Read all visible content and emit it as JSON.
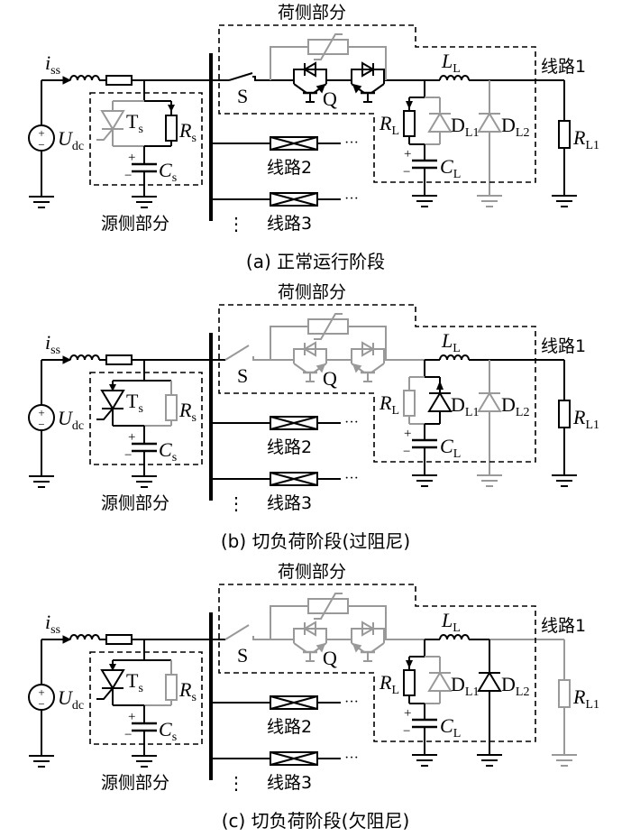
{
  "figure": {
    "panels": [
      {
        "id": "a",
        "caption": "(a)  正常运行阶段",
        "state": {
          "source_thyristor_Ts": "off",
          "source_resistor_Rs": "on",
          "switch_S": "closed",
          "igbt_Q": "on",
          "varistor": "off",
          "load_resistor_RL": "on",
          "diode_DL1": "off",
          "diode_DL2": "off",
          "line1_RL1": "on"
        }
      },
      {
        "id": "b",
        "caption": "(b)  切负荷阶段(过阻尼)",
        "state": {
          "source_thyristor_Ts": "on",
          "source_resistor_Rs": "off",
          "switch_S": "open",
          "igbt_Q": "off",
          "varistor": "off",
          "load_resistor_RL": "off",
          "diode_DL1": "on",
          "diode_DL2": "off",
          "line1_RL1": "on"
        }
      },
      {
        "id": "c",
        "caption": "(c)  切负荷阶段(欠阻尼)",
        "state": {
          "source_thyristor_Ts": "on",
          "source_resistor_Rs": "off",
          "switch_S": "open",
          "igbt_Q": "off",
          "varistor": "off",
          "load_resistor_RL": "on",
          "diode_DL1": "off",
          "diode_DL2": "on",
          "line1_RL1": "off"
        }
      }
    ],
    "labels": {
      "current": "i",
      "current_sub": "ss",
      "source": "U",
      "source_sub": "dc",
      "thyristor": "T",
      "thyristor_sub": "s",
      "resistor_s": "R",
      "resistor_s_sub": "s",
      "capacitor_s": "C",
      "capacitor_s_sub": "s",
      "switch": "S",
      "igbt": "Q",
      "inductor_l": "L",
      "inductor_l_sub": "L",
      "resistor_l": "R",
      "resistor_l_sub": "L",
      "diode1": "D",
      "diode1_sub": "L1",
      "diode2": "D",
      "diode2_sub": "L2",
      "capacitor_l": "C",
      "capacitor_l_sub": "L",
      "resistor_l1": "R",
      "resistor_l1_sub": "L1",
      "plus": "+",
      "minus": "−",
      "source_side": "源侧部分",
      "load_side": "荷侧部分",
      "line1": "线路1",
      "line2": "线路2",
      "line3": "线路3",
      "ellipsis": "···",
      "vdots": "⋮"
    },
    "colors": {
      "active": "#000000",
      "inactive": "#999999"
    }
  }
}
